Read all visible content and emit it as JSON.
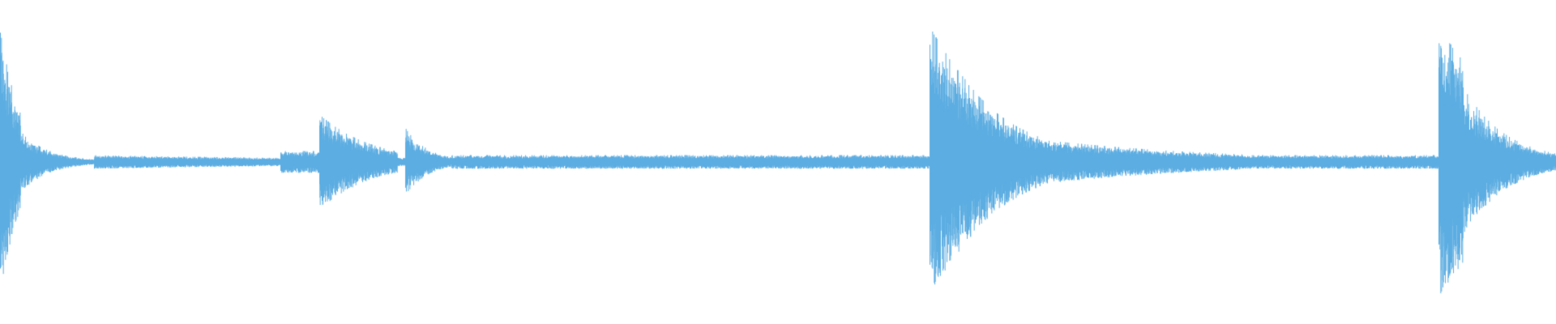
{
  "waveform": {
    "color": "#5dade2",
    "background": "#ffffff",
    "channels": 1,
    "amplitude_scale": 1.0,
    "segments": [
      {
        "start": 0.0,
        "end": 0.013,
        "level": 0.95,
        "decay": 1.0
      },
      {
        "start": 0.013,
        "end": 0.06,
        "level": 0.22,
        "decay": 2.5
      },
      {
        "start": 0.06,
        "end": 0.18,
        "level": 0.05,
        "decay": 0.5
      },
      {
        "start": 0.18,
        "end": 0.205,
        "level": 0.08,
        "decay": 0.0
      },
      {
        "start": 0.205,
        "end": 0.255,
        "level": 0.35,
        "decay": 1.5
      },
      {
        "start": 0.26,
        "end": 0.29,
        "level": 0.25,
        "decay": 2.0
      },
      {
        "start": 0.29,
        "end": 0.597,
        "level": 0.05,
        "decay": 0.0
      },
      {
        "start": 0.597,
        "end": 0.62,
        "level": 1.0,
        "decay": 0.5
      },
      {
        "start": 0.62,
        "end": 0.68,
        "level": 0.6,
        "decay": 1.5
      },
      {
        "start": 0.68,
        "end": 0.8,
        "level": 0.15,
        "decay": 1.0
      },
      {
        "start": 0.8,
        "end": 0.924,
        "level": 0.05,
        "decay": 0.0
      },
      {
        "start": 0.924,
        "end": 0.94,
        "level": 1.0,
        "decay": 0.3
      },
      {
        "start": 0.94,
        "end": 1.0,
        "level": 0.55,
        "decay": 2.2
      }
    ]
  }
}
